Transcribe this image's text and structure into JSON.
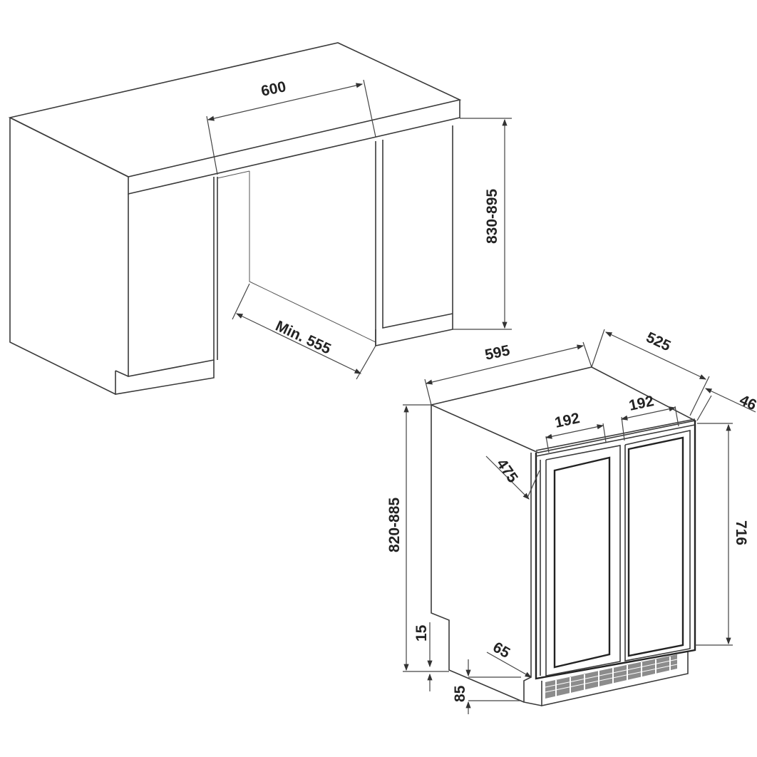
{
  "cabinet": {
    "opening_width": "600",
    "opening_height": "830-895",
    "opening_depth": "Min. 555"
  },
  "appliance": {
    "width": "595",
    "depth": "525",
    "door_offset": "46",
    "handle_left": "192",
    "handle_right": "192",
    "door_swing": "475",
    "height": "820-885",
    "door_height": "716",
    "kick_offset": "15",
    "plinth_height": "85",
    "plinth_depth": "65"
  },
  "colors": {
    "line": "#3a3a3a",
    "background": "#ffffff"
  }
}
